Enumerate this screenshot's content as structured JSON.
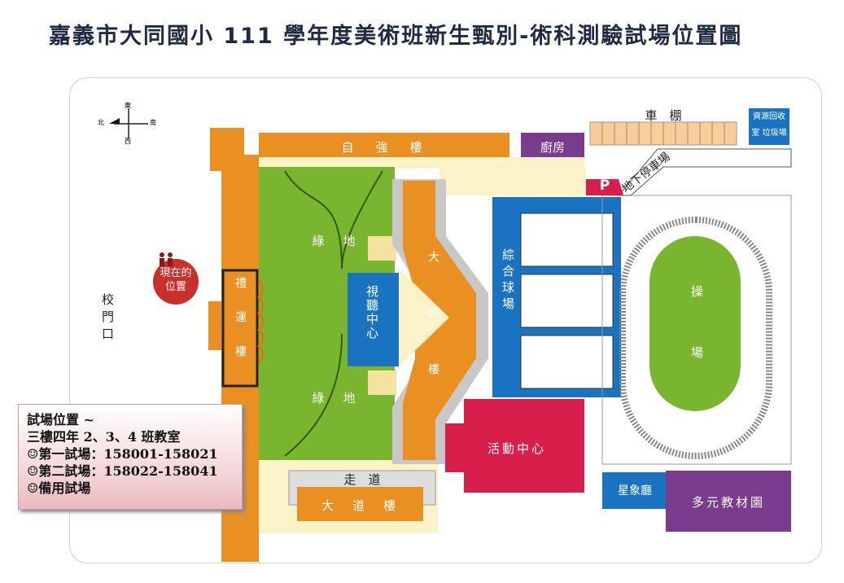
{
  "title": "嘉義市大同國小 111 學年度美術班新生甄別-術科測驗試場位置圖",
  "compass": {
    "north": "北",
    "east": "東",
    "south": "南",
    "west": "西"
  },
  "buildings": {
    "ziqiang": "自　強　樓",
    "kitchen": "廚房",
    "bikeshed": "車　棚",
    "recycle": "資源回收室 垃圾場",
    "parking": "地下停車場",
    "parking_sign": "P",
    "green_top": "綠　地",
    "green_bottom": "綠　地",
    "av_center": "視聽中心",
    "datong": "大同樓",
    "court": "綜合球場",
    "field": "操場",
    "activity": "活動中心",
    "planetarium": "星象廳",
    "garden": "多元教材園",
    "walkway": "走　道",
    "dadao": "大　道　樓",
    "liyun": "禮運樓",
    "gate": "校門口",
    "you_are_here": "現在的位置"
  },
  "info": {
    "lines": [
      "試場位置 ~",
      "三樓四年 2、3、4 班教室",
      "☺第一試場：158001-158021",
      "☺第二試場：158022-158041",
      "☺備用試場"
    ]
  }
}
